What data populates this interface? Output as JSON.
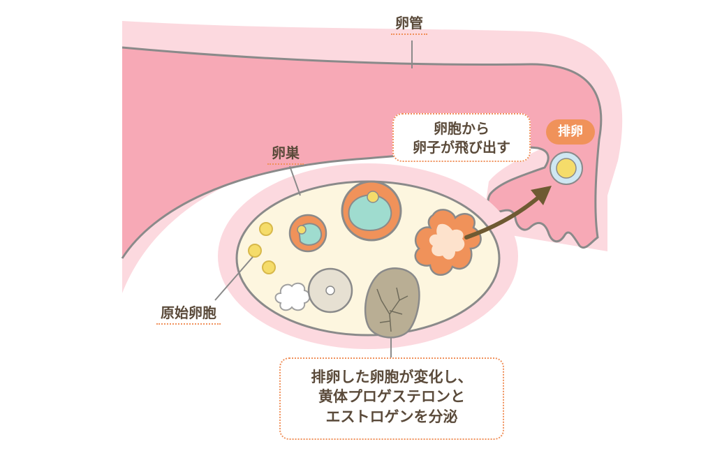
{
  "labels": {
    "oviduct": "卵管",
    "ovary": "卵巣",
    "primordial_follicle": "原始卵胞",
    "ovulation": "排卵"
  },
  "callouts": {
    "egg_release": [
      "卵胞から",
      "卵子が飛び出す"
    ],
    "corpus_luteum": [
      "排卵した卵胞が変化し、",
      "黄体プロゲステロンと",
      "エストロゲンを分泌"
    ]
  },
  "colors": {
    "tube_fill": "#f7a9b6",
    "tube_halo": "#fcd9df",
    "outline": "#8a8a8a",
    "ovary_fill": "#fdf6df",
    "accent_orange": "#f0925a",
    "follicle_teal": "#9fdccf",
    "oocyte_yellow": "#f5dc6a",
    "corpus_luteum": "#b9ae94",
    "arrow_brown": "#6e5a32"
  }
}
